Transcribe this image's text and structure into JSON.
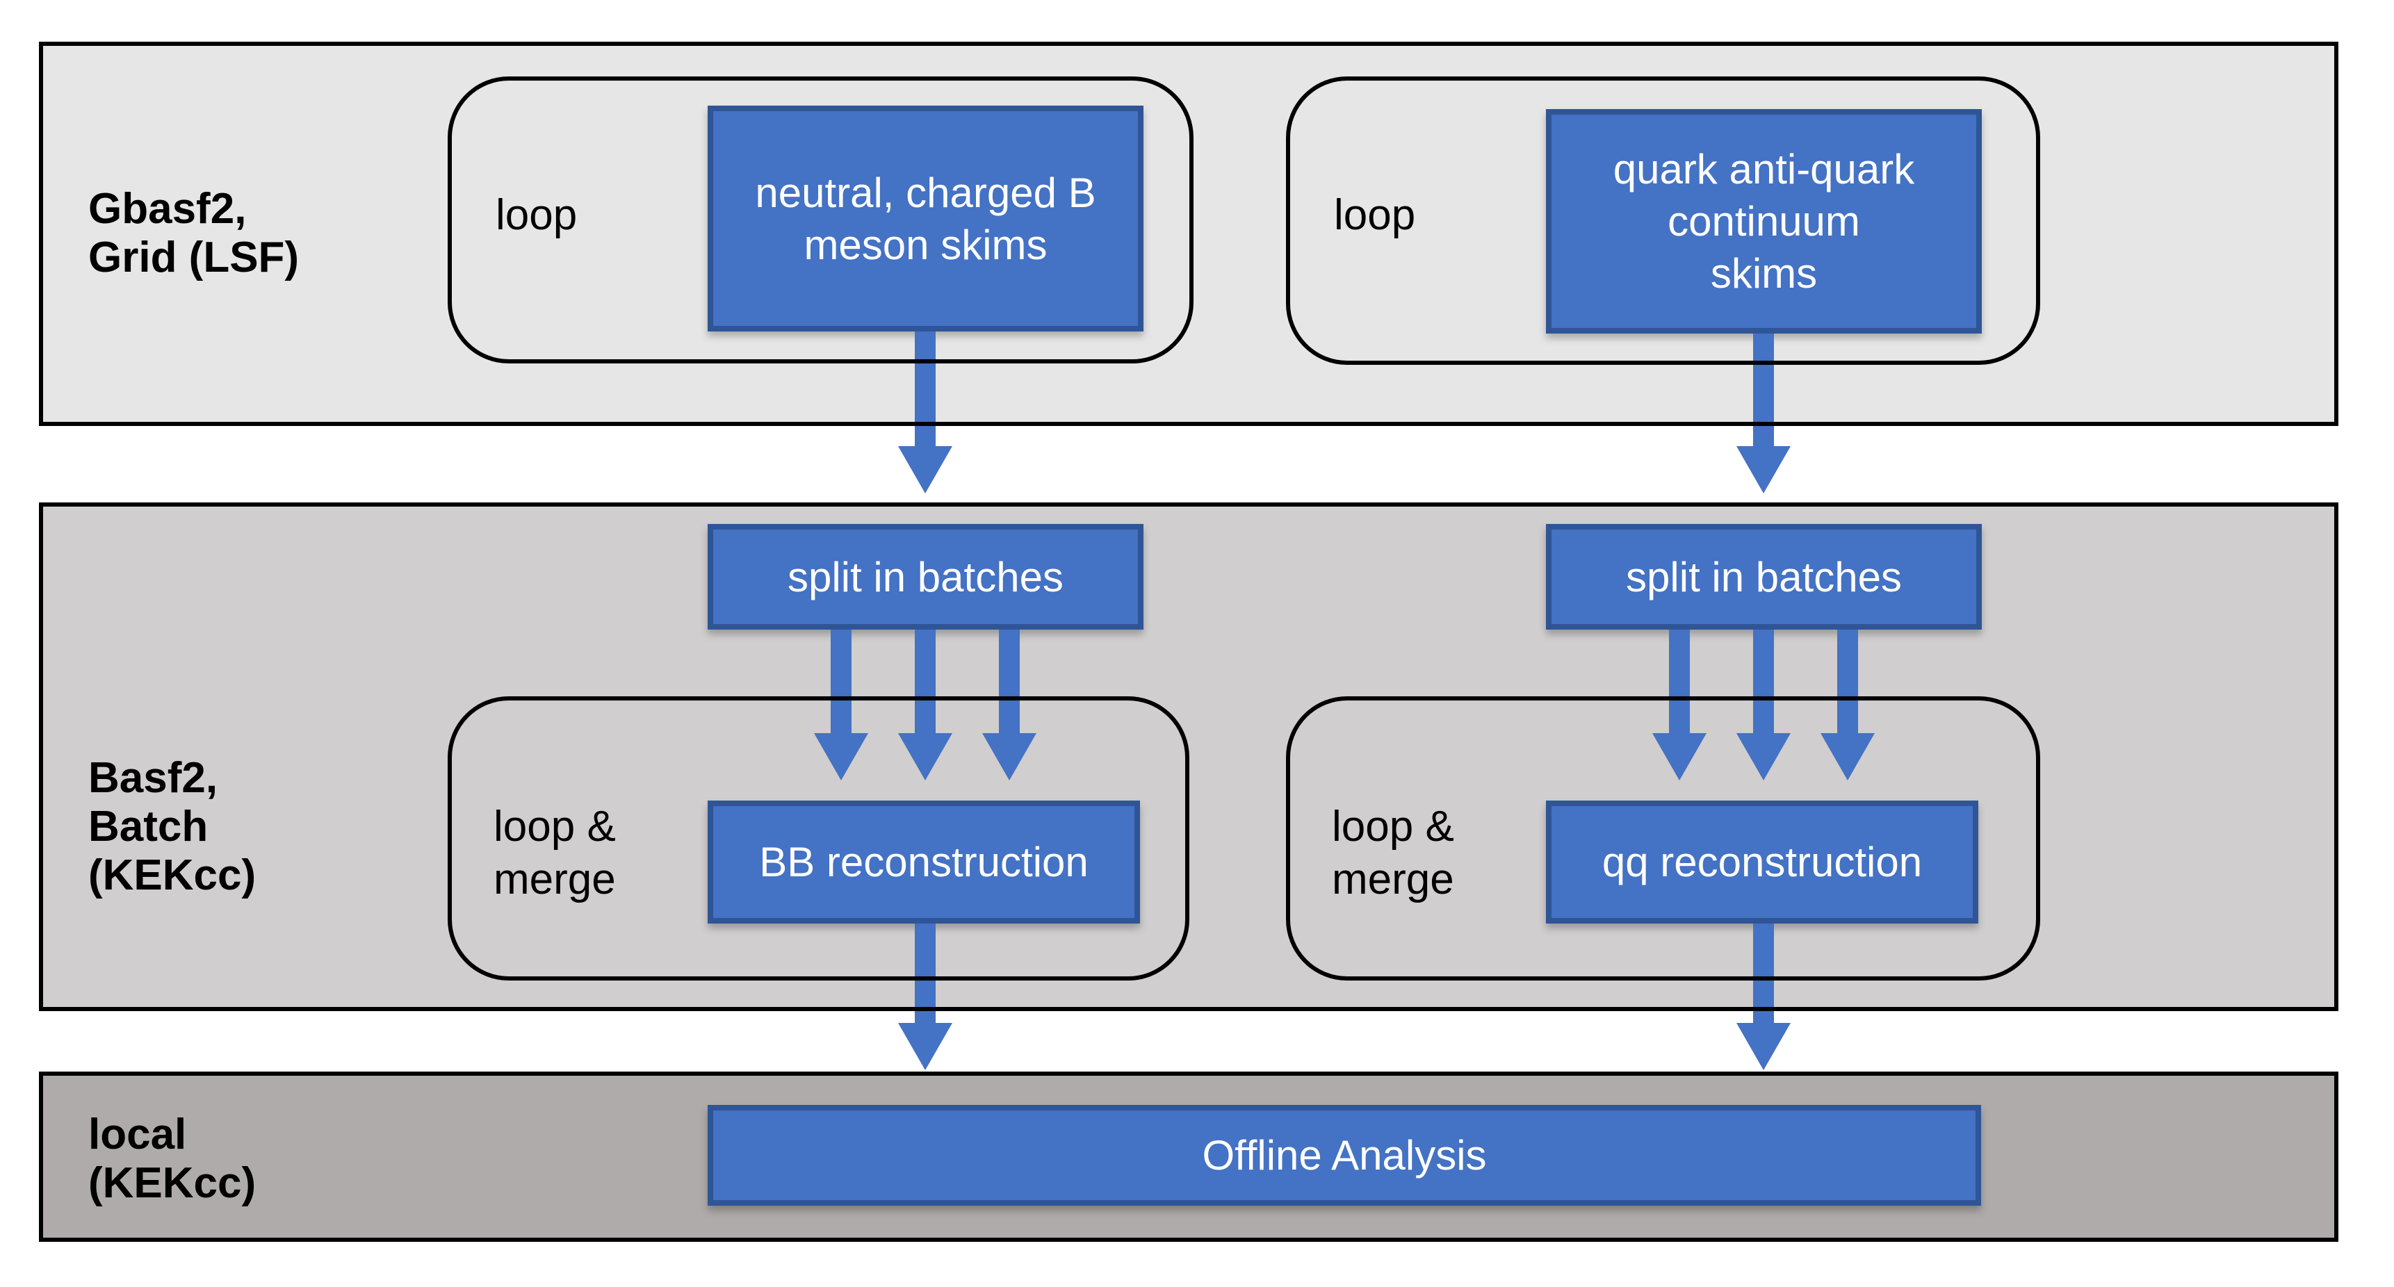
{
  "diagram": {
    "rows": {
      "grid": {
        "label": "Gbasf2,\nGrid (LSF)"
      },
      "batch": {
        "label": "Basf2,\nBatch\n(KEKcc)"
      },
      "local": {
        "label": "local\n(KEKcc)"
      }
    },
    "loops": {
      "left_top": "loop",
      "right_top": "loop",
      "left_mid": "loop &\nmerge",
      "right_mid": "loop &\nmerge"
    },
    "nodes": {
      "skim_b": "neutral, charged B\nmeson skims",
      "skim_qq": "quark anti-quark\ncontinuum\nskims",
      "split_left": "split in batches",
      "split_right": "split in batches",
      "reco_b": "BB reconstruction",
      "reco_qq": "qq reconstruction",
      "offline": "Offline Analysis"
    },
    "icons": {
      "flow_arrow": "arrow-down-icon"
    },
    "colors": {
      "row_grid_bg": "#E7E6E6",
      "row_batch_bg": "#D0CECE",
      "row_local_bg": "#AFABAB",
      "node_fill": "#4472C4",
      "node_border": "#2F5597",
      "arrow": "#4472C4",
      "outline": "#000000",
      "node_text": "#FFFFFF",
      "label_text": "#000000"
    }
  }
}
